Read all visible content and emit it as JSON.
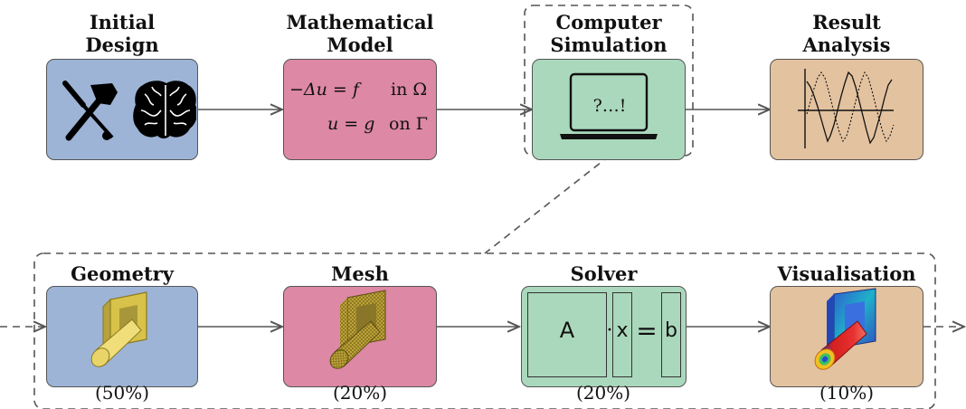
{
  "top_row": {
    "initial_design": {
      "line1": "Initial",
      "line2": "Design"
    },
    "mathematical_model": {
      "line1": "Mathematical",
      "line2": "Model"
    },
    "computer_simulation": {
      "line1": "Computer",
      "line2": "Simulation"
    },
    "result_analysis": {
      "line1": "Result",
      "line2": "Analysis"
    }
  },
  "math_model": {
    "eq1_lhs": "−Δu = f",
    "eq1_rhs": "in Ω",
    "eq2_lhs": "u = g",
    "eq2_rhs": "on Γ"
  },
  "screen_text": "?…!",
  "bottom_row": {
    "geometry": {
      "title": "Geometry",
      "percent": "(50%)"
    },
    "mesh": {
      "title": "Mesh",
      "percent": "(20%)"
    },
    "solver": {
      "title": "Solver",
      "percent": "(20%)",
      "matrix": "A",
      "dot": "·",
      "vector_x": "x",
      "equals": "=",
      "vector_b": "b"
    },
    "visualisation": {
      "title": "Visualisation",
      "percent": "(10%)"
    }
  },
  "colors": {
    "blue": "#9db4d6",
    "pink": "#dd88a4",
    "green": "#aad8bc",
    "tan": "#e3c29f",
    "border": "#555555"
  },
  "icons": [
    "tools-icon",
    "brain-icon",
    "laptop-icon",
    "waveform-plot-icon",
    "geometry-model-icon",
    "mesh-model-icon",
    "visualisation-model-icon"
  ]
}
